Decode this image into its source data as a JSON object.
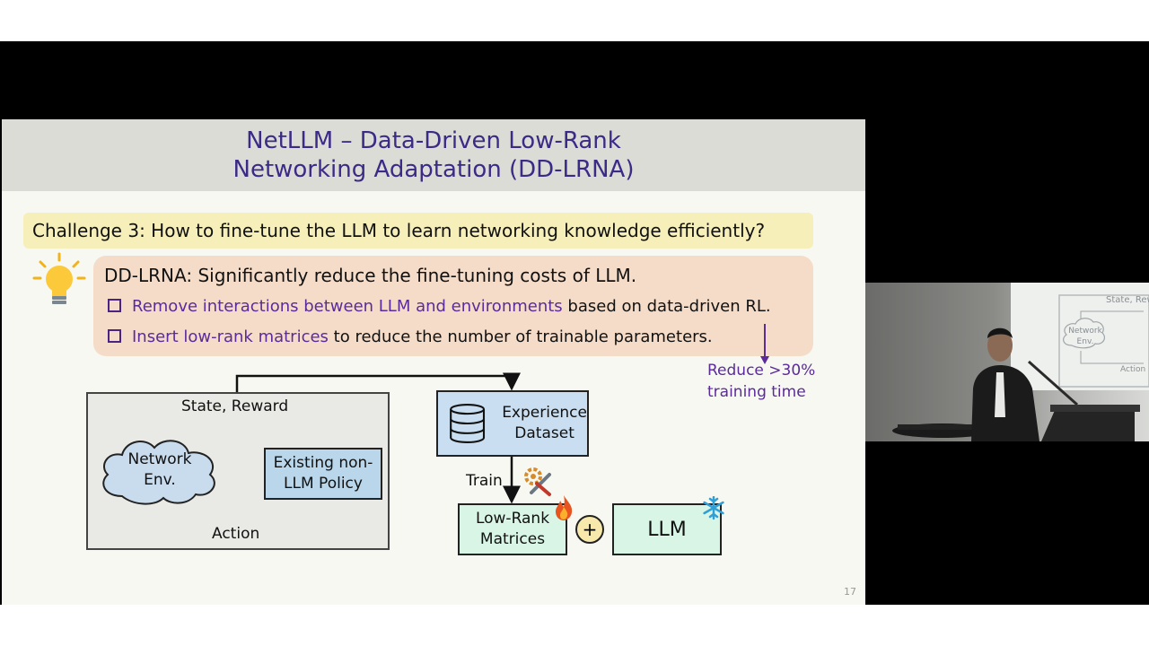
{
  "slide": {
    "title_line1": "NetLLM – Data-Driven Low-Rank",
    "title_line2": "Networking Adaptation (DD-LRNA)",
    "challenge": "Challenge 3: How to fine-tune the LLM to learn networking knowledge efficiently?",
    "solution_heading": "DD-LRNA: Significantly reduce the fine-tuning costs of LLM.",
    "bullets": [
      {
        "highlight": "Remove interactions between LLM and environments",
        "rest": " based on data-driven RL."
      },
      {
        "highlight": "Insert low-rank matrices",
        "rest": " to reduce the number of trainable parameters."
      }
    ],
    "reduce_line1": "Reduce >30%",
    "reduce_line2": "training time",
    "page_number": "17"
  },
  "diagram": {
    "state_reward": "State, Reward",
    "network_env_line1": "Network",
    "network_env_line2": "Env.",
    "policy_line1": "Existing non-",
    "policy_line2": "LLM Policy",
    "action": "Action",
    "dataset_line1": "Experience",
    "dataset_line2": "Dataset",
    "train": "Train",
    "lowrank_line1": "Low-Rank",
    "lowrank_line2": "Matrices",
    "plus": "+",
    "llm": "LLM"
  },
  "webcam": {
    "screen_state_reward": "State, Rewa",
    "screen_network": "Network",
    "screen_env": "Env.",
    "screen_action": "Action"
  },
  "colors": {
    "title": "#3b2a86",
    "highlight_purple": "#5b2b9a",
    "challenge_bg": "#f6efba",
    "solution_bg": "#f5dcc9"
  },
  "icons": [
    "lightbulb-icon",
    "database-icon",
    "tools-icon",
    "fire-icon",
    "snowflake-icon"
  ]
}
